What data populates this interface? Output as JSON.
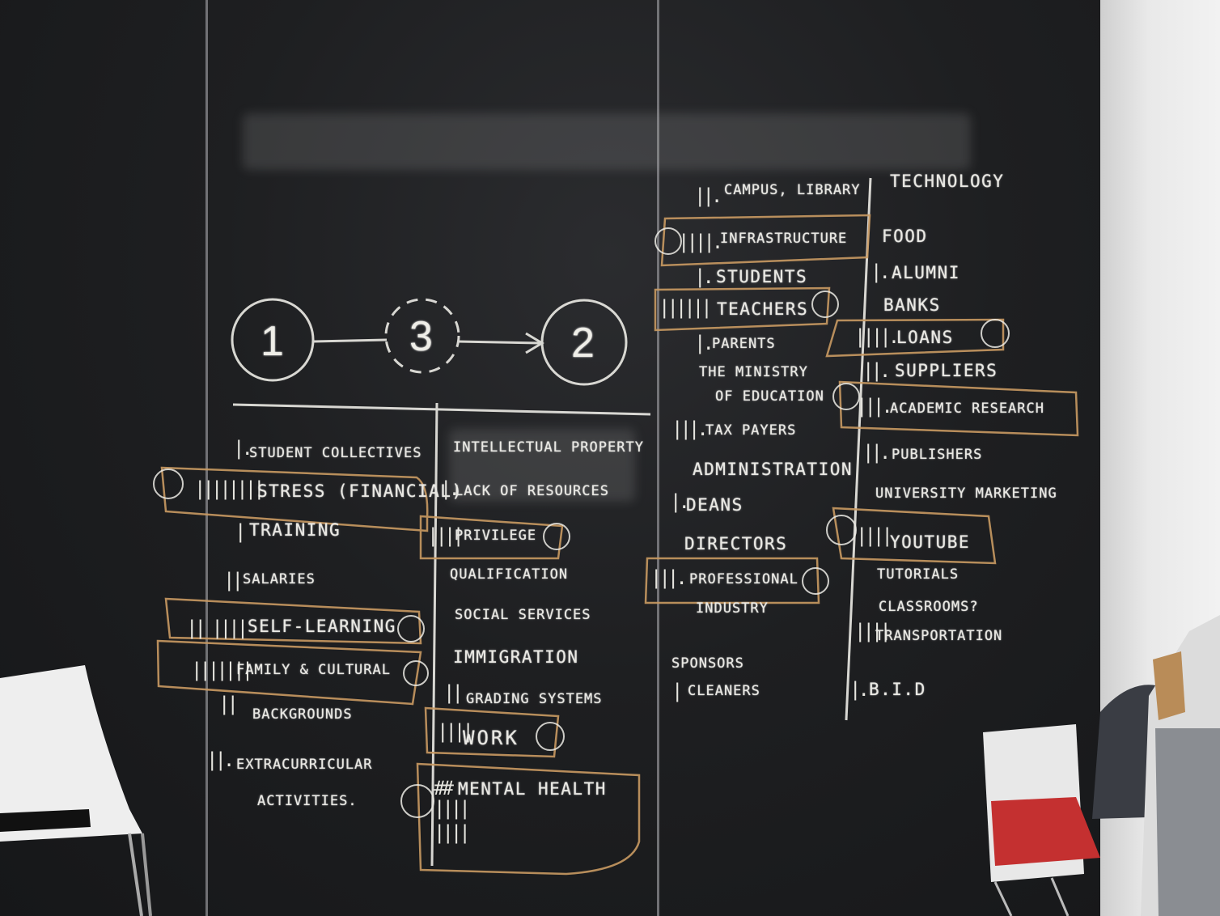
{
  "diagram": {
    "circle_left": "1",
    "circle_middle": "3",
    "circle_right": "2"
  },
  "column_1": [
    "STUDENT COLLECTIVES",
    "STRESS (FINANCIAL)",
    "TRAINING",
    "SALARIES",
    "SELF-LEARNING",
    "FAMILY & CULTURAL",
    "BACKGROUNDS",
    "EXTRACURRICULAR",
    "ACTIVITIES."
  ],
  "column_2": [
    "INTELLECTUAL PROPERTY",
    "LACK OF RESOURCES",
    "PRIVILEGE",
    "QUALIFICATION",
    "SOCIAL SERVICES",
    "IMMIGRATION",
    "GRADING SYSTEMS",
    "WORK",
    "MENTAL HEALTH"
  ],
  "column_3": [
    "CAMPUS, LIBRARY",
    "INFRASTRUCTURE",
    "STUDENTS",
    "TEACHERS",
    "PARENTS",
    "THE MINISTRY",
    "OF EDUCATION",
    "TAX PAYERS",
    "ADMINISTRATION",
    "DEANS",
    "DIRECTORS",
    "PROFESSIONAL",
    "INDUSTRY",
    "SPONSORS",
    "CLEANERS"
  ],
  "column_4": [
    "TECHNOLOGY",
    "FOOD",
    "ALUMNI",
    "BANKS",
    "LOANS",
    "SUPPLIERS",
    "ACADEMIC RESEARCH",
    "PUBLISHERS",
    "UNIVERSITY MARKETING",
    "YOUTUBE",
    "TUTORIALS",
    "CLASSROOMS?",
    "TRANSPORTATION",
    "B.I.D"
  ],
  "colors": {
    "chalk": "#e9e8e3",
    "board": "#1e1f21",
    "highlight_outline": "#c99a62"
  }
}
